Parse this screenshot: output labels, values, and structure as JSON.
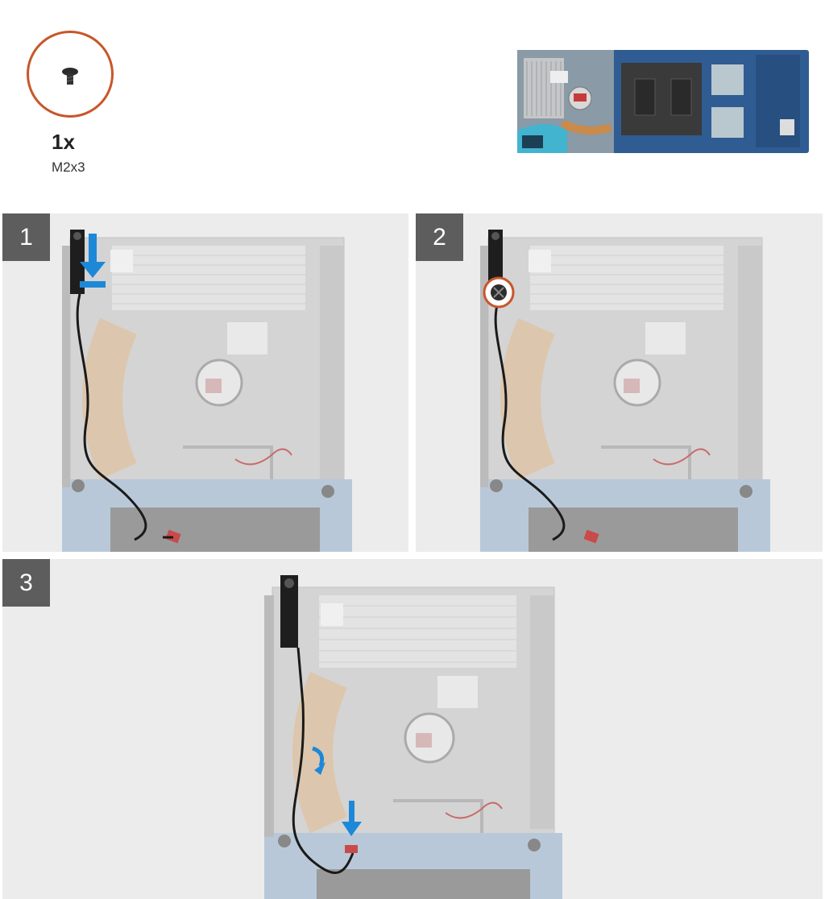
{
  "screw": {
    "quantity": "1x",
    "size": "M2x3"
  },
  "steps": [
    {
      "number": "1"
    },
    {
      "number": "2"
    },
    {
      "number": "3"
    }
  ],
  "colors": {
    "callout": "#c8562a",
    "arrow": "#1e88d8",
    "badge": "#5d5d5d",
    "overview_highlight": "#35b9d6"
  },
  "icons": {
    "screw": "screw-icon",
    "arrow": "down-arrow-icon",
    "rotate": "rotate-arrow-icon"
  }
}
